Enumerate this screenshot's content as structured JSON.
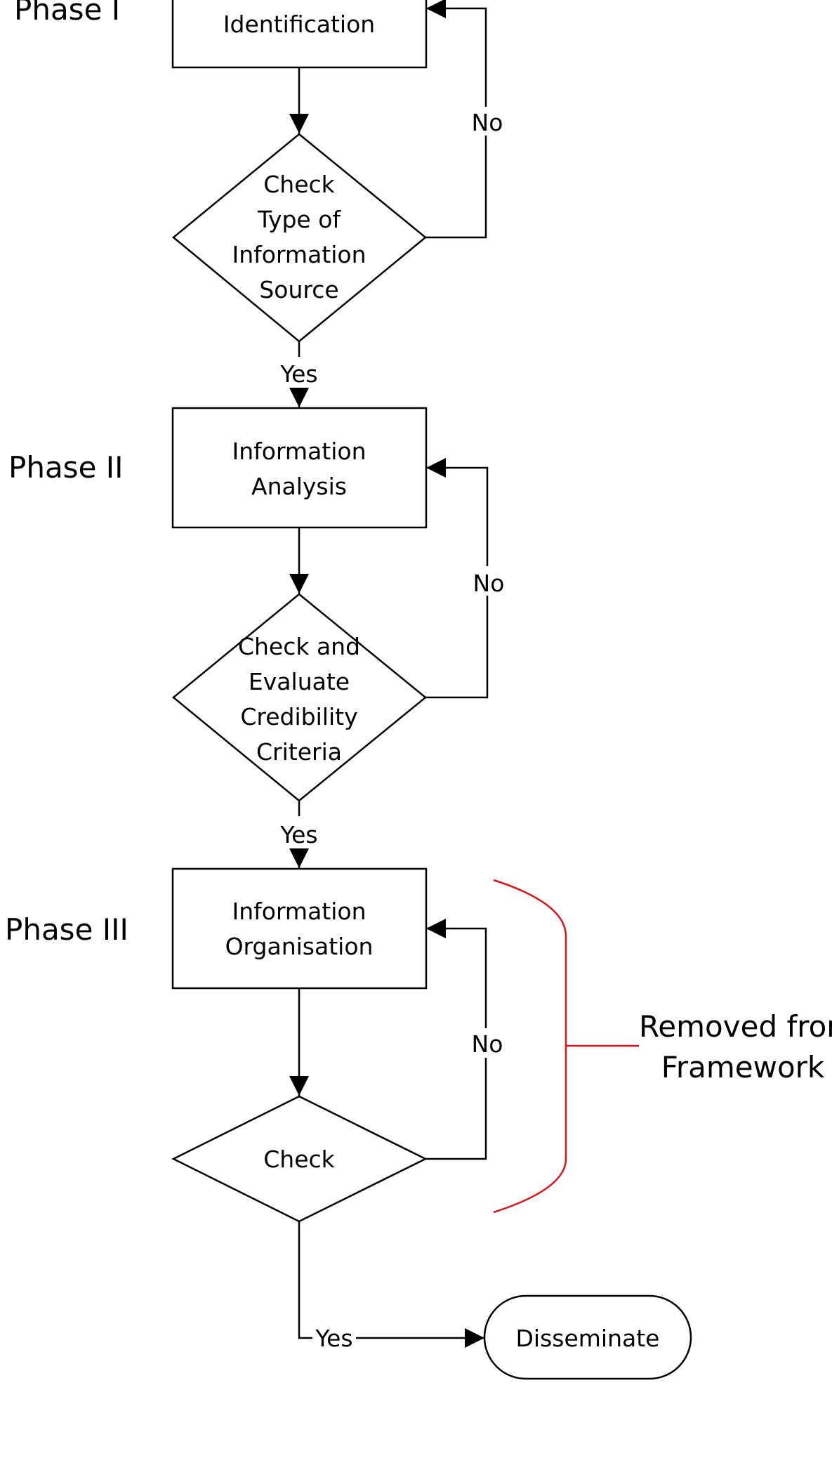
{
  "phases": {
    "phase1": "Phase I",
    "phase2": "Phase II",
    "phase3": "Phase III"
  },
  "nodes": {
    "identification": {
      "line1": "Identification"
    },
    "check_type": {
      "line1": "Check",
      "line2": "Type of",
      "line3": "Information",
      "line4": "Source"
    },
    "analysis": {
      "line1": "Information",
      "line2": "Analysis"
    },
    "check_credibility": {
      "line1": "Check and",
      "line2": "Evaluate",
      "line3": "Credibility",
      "line4": "Criteria"
    },
    "organisation": {
      "line1": "Information",
      "line2": "Organisation"
    },
    "check": {
      "line1": "Check"
    },
    "disseminate": {
      "line1": "Disseminate"
    }
  },
  "edges": {
    "no1": "No",
    "yes1": "Yes",
    "no2": "No",
    "yes2": "Yes",
    "no3": "No",
    "yes3": "Yes"
  },
  "annotation": {
    "line1": "Removed from",
    "line2": "Framework",
    "color": "#d9141b"
  }
}
